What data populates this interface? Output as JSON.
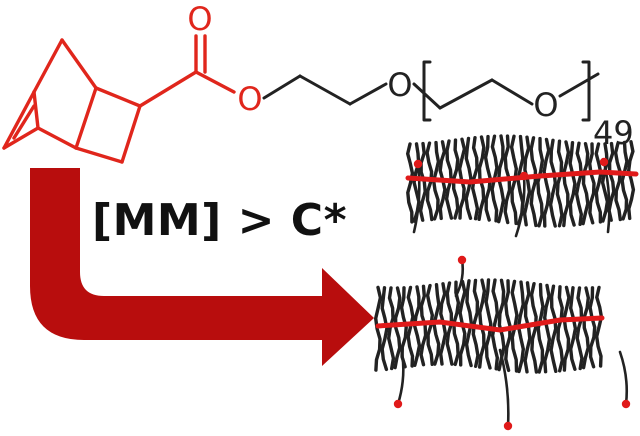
{
  "structure": {
    "atoms": {
      "carbonyl_oxygen": "O",
      "ester_oxygen": "O",
      "ether_oxygen": "O",
      "repeat_oxygen": "O"
    },
    "repeat_count": "49"
  },
  "reaction": {
    "condition": "[MM] > C*"
  },
  "colors": {
    "monomer": "#e0261c",
    "arrow": "#b80d0d",
    "chain": "#222222",
    "backbone": "#e01a1a",
    "end_group": "#e01a1a"
  },
  "icons": {
    "arrow": "bent-arrow-icon",
    "polymer": "bottlebrush-polymer-icon"
  }
}
